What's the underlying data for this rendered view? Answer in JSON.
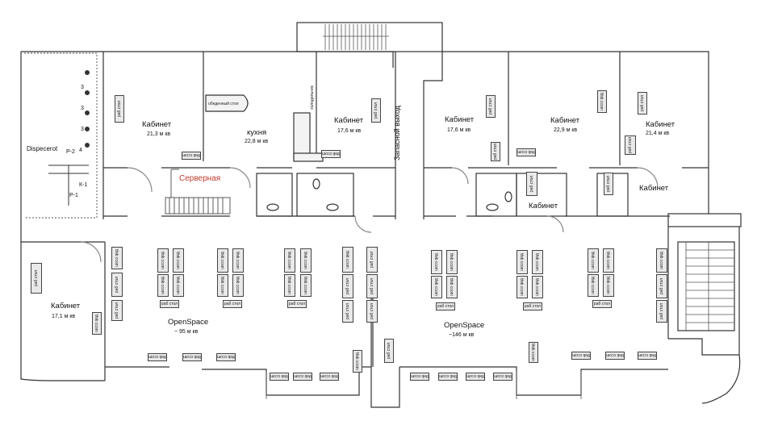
{
  "labels": {
    "dispecerot": "Dispecerot",
    "p2": "Р-2",
    "p1": "Р-1",
    "k1": "К-1",
    "num4": "4",
    "num3a": "3",
    "num3b": "3",
    "num3c": "3",
    "emergency_exit": "Запасной выход"
  },
  "rooms": [
    {
      "title": "Кабинет",
      "area": "21,3 м кв"
    },
    {
      "title": "кухня",
      "area": "22,8 м кв"
    },
    {
      "title": "Кабинет",
      "area": "17,6 м кв"
    },
    {
      "title": "Кабинет",
      "area": "17,6 м кв"
    },
    {
      "title": "Кабинет",
      "area": "22,9 м кв"
    },
    {
      "title": "Кабинет",
      "area": "21,4 м кв"
    },
    {
      "title": "Кабинет",
      "area": ""
    },
    {
      "title": "Кабинет",
      "area": ""
    },
    {
      "title": "Кабинет",
      "area": "17,1 м кв"
    },
    {
      "title": "OpenSpace",
      "area": "~ 95 м кв"
    },
    {
      "title": "OpenSpace",
      "area": "~146 м кв"
    }
  ],
  "server_room": "Серверная",
  "dining_table": "обеденный стол",
  "fridge_label": "холодильник",
  "desk_label": "раб стол",
  "desk_label_mirrored": "ɯoɔɔ qед"
}
